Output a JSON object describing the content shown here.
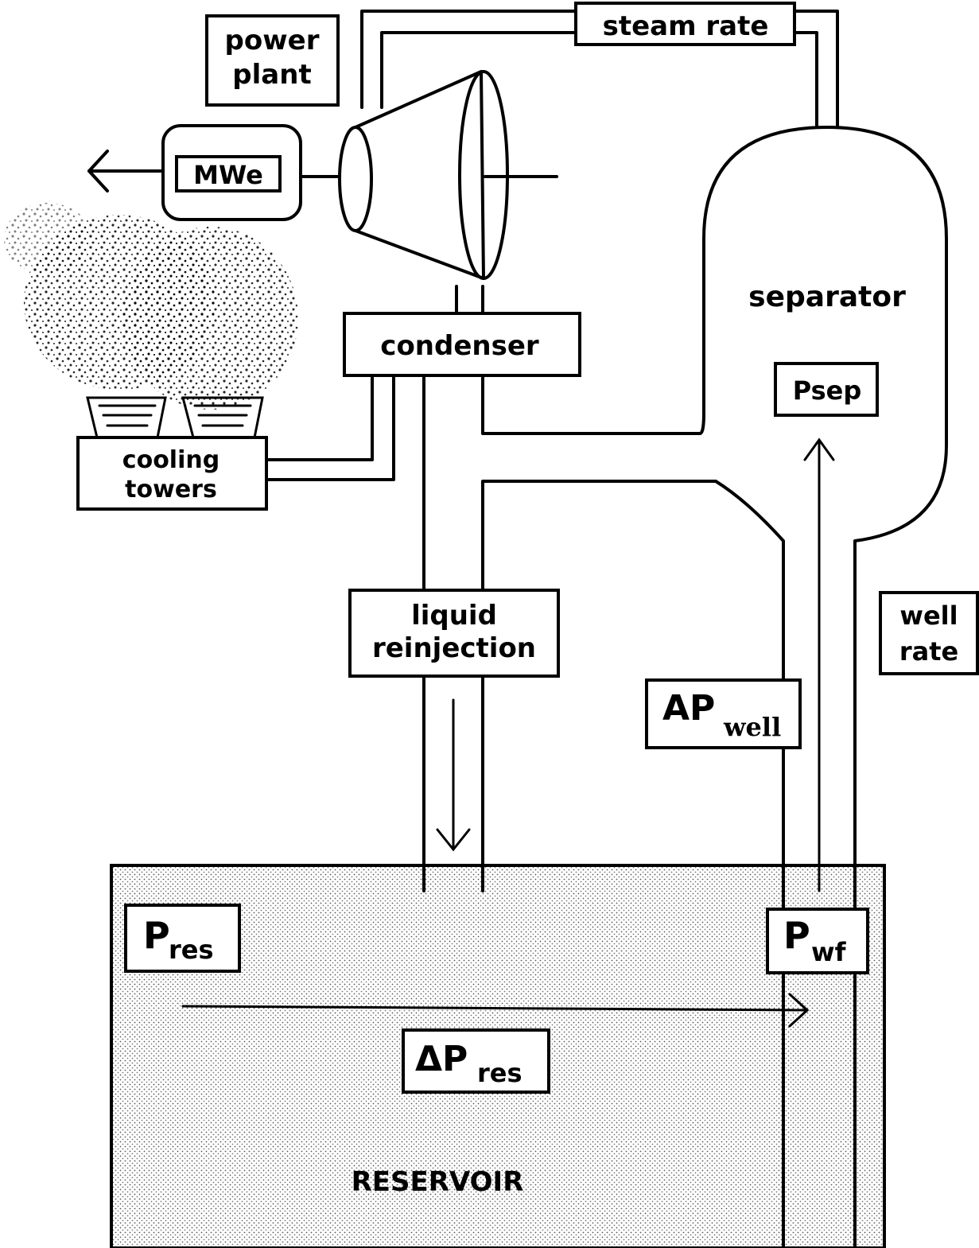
{
  "labels": {
    "power_plant_1": "power",
    "power_plant_2": "plant",
    "steam_rate": "steam rate",
    "mwe": "MWe",
    "separator": "separator",
    "condenser": "condenser",
    "psep": "Psep",
    "cooling_towers_1": "cooling",
    "cooling_towers_2": "towers",
    "liquid_reinjection_1": "liquid",
    "liquid_reinjection_2": "reinjection",
    "well_rate_1": "well",
    "well_rate_2": "rate",
    "ap_well_main": "AP",
    "ap_well_sub": "well",
    "p_res_main": "P",
    "p_res_sub": "res",
    "delta_p_res_main": "ΔP",
    "delta_p_res_sub": "res",
    "p_wf_main": "P",
    "p_wf_sub": "wf",
    "reservoir": "RESERVOIR"
  },
  "colors": {
    "line": "#000000",
    "background": "#ffffff",
    "reservoir_fill": "#d9d9d9"
  }
}
